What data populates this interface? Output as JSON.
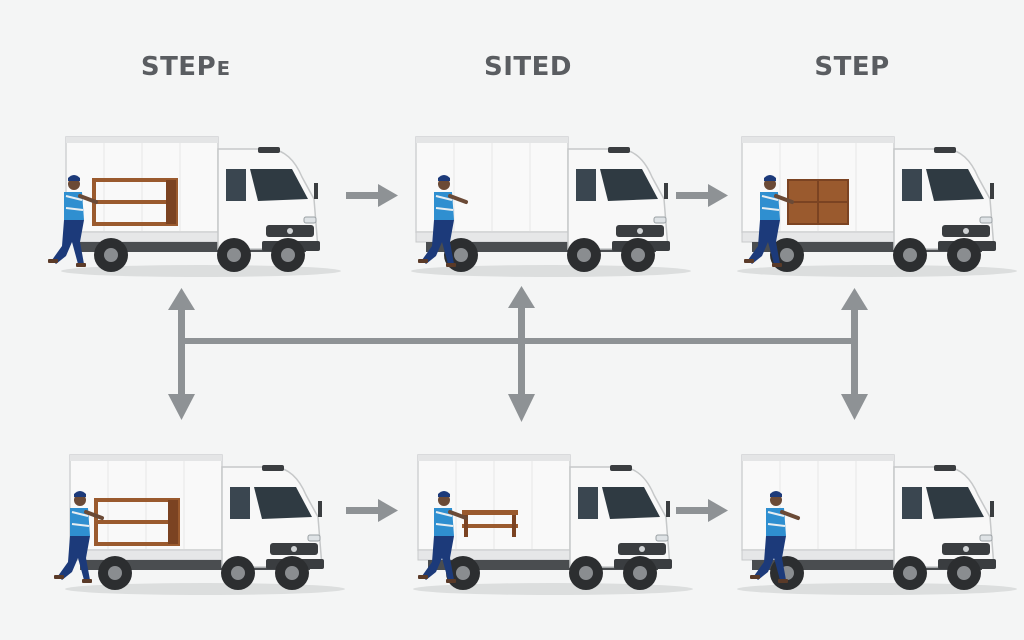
{
  "steps": [
    {
      "label": "STEPᴇ"
    },
    {
      "label": "SITED"
    },
    {
      "label": "STEP"
    }
  ],
  "colors": {
    "background": "#f4f5f5",
    "arrow": "#8e9295",
    "title": "#5a5d61",
    "truck_body": "#f7f7f7",
    "cab_window": "#2f3a42",
    "worker_vest": "#2f8fd0",
    "worker_pants": "#1c3a7a",
    "furniture_wood": "#9a5a2e",
    "bumper": "#3a3d40"
  },
  "panels": [
    {
      "row": "top",
      "column": 1,
      "cargo": "open-shelf",
      "icon": "truck-icon"
    },
    {
      "row": "top",
      "column": 2,
      "cargo": "none",
      "icon": "truck-icon"
    },
    {
      "row": "top",
      "column": 3,
      "cargo": "cabinet",
      "icon": "truck-icon"
    },
    {
      "row": "bottom",
      "column": 1,
      "cargo": "open-shelf",
      "icon": "truck-icon"
    },
    {
      "row": "bottom",
      "column": 2,
      "cargo": "small-table",
      "icon": "truck-icon"
    },
    {
      "row": "bottom",
      "column": 3,
      "cargo": "none",
      "icon": "truck-icon"
    }
  ]
}
